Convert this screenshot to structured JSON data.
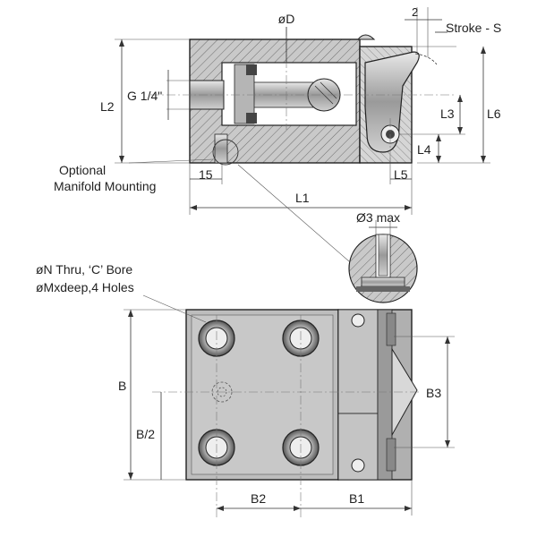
{
  "labels": {
    "od": "øD",
    "stroke_gap": "2",
    "stroke_s": "Stroke - S",
    "g_thread": "G 1/4\"",
    "l2": "L2",
    "l3": "L3",
    "l6": "L6",
    "l4": "L4",
    "l5": "L5",
    "l1": "L1",
    "dim_15": "15",
    "optional_line1": "Optional",
    "optional_line2": "Manifold Mounting",
    "d3max": "Ø3 max",
    "on_thru": "øN Thru, ‘C’ Bore",
    "om_deep": "øMxdeep,4 Holes",
    "b": "B",
    "b_half": "B/2",
    "b3": "B3",
    "b2": "B2",
    "b1": "B1"
  },
  "colors": {
    "body_gray": "#bdbdbd",
    "dark_gray": "#8a8a8a",
    "line": "#222222"
  }
}
